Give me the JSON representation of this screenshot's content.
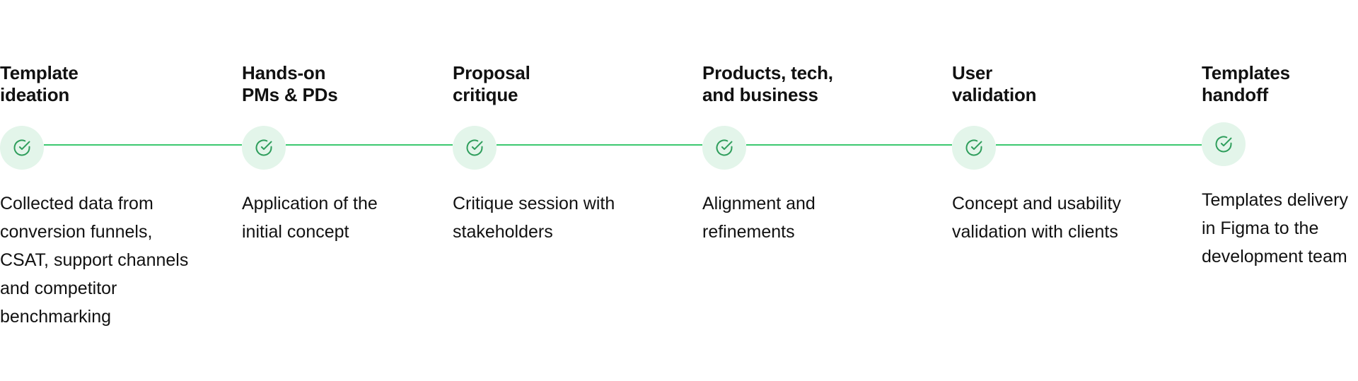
{
  "colors": {
    "accent": "#3cc870",
    "node_fill": "#e3f5ea",
    "icon_stroke": "#2f9e5c",
    "text": "#111111"
  },
  "steps": [
    {
      "title": "Template\nideation",
      "icon": "check-circle-icon",
      "description": [
        "Collected data from",
        "conversion funnels,",
        "CSAT, support channels",
        "and competitor",
        "benchmarking"
      ]
    },
    {
      "title": "Hands-on\nPMs & PDs",
      "icon": "check-circle-icon",
      "description": [
        "Application of the",
        "initial concept"
      ]
    },
    {
      "title": "Proposal\ncritique",
      "icon": "check-circle-icon",
      "description": [
        "Critique session with",
        "stakeholders"
      ]
    },
    {
      "title": "Products, tech,\nand business",
      "icon": "check-circle-icon",
      "description": [
        "Alignment and",
        "refinements"
      ]
    },
    {
      "title": "User\nvalidation",
      "icon": "check-circle-icon",
      "description": [
        "Concept and usability",
        "validation with clients"
      ]
    },
    {
      "title": "Templates\nhandoff",
      "icon": "check-circle-icon",
      "description": [
        "Templates delivery",
        "in Figma to the",
        "development team"
      ]
    }
  ]
}
